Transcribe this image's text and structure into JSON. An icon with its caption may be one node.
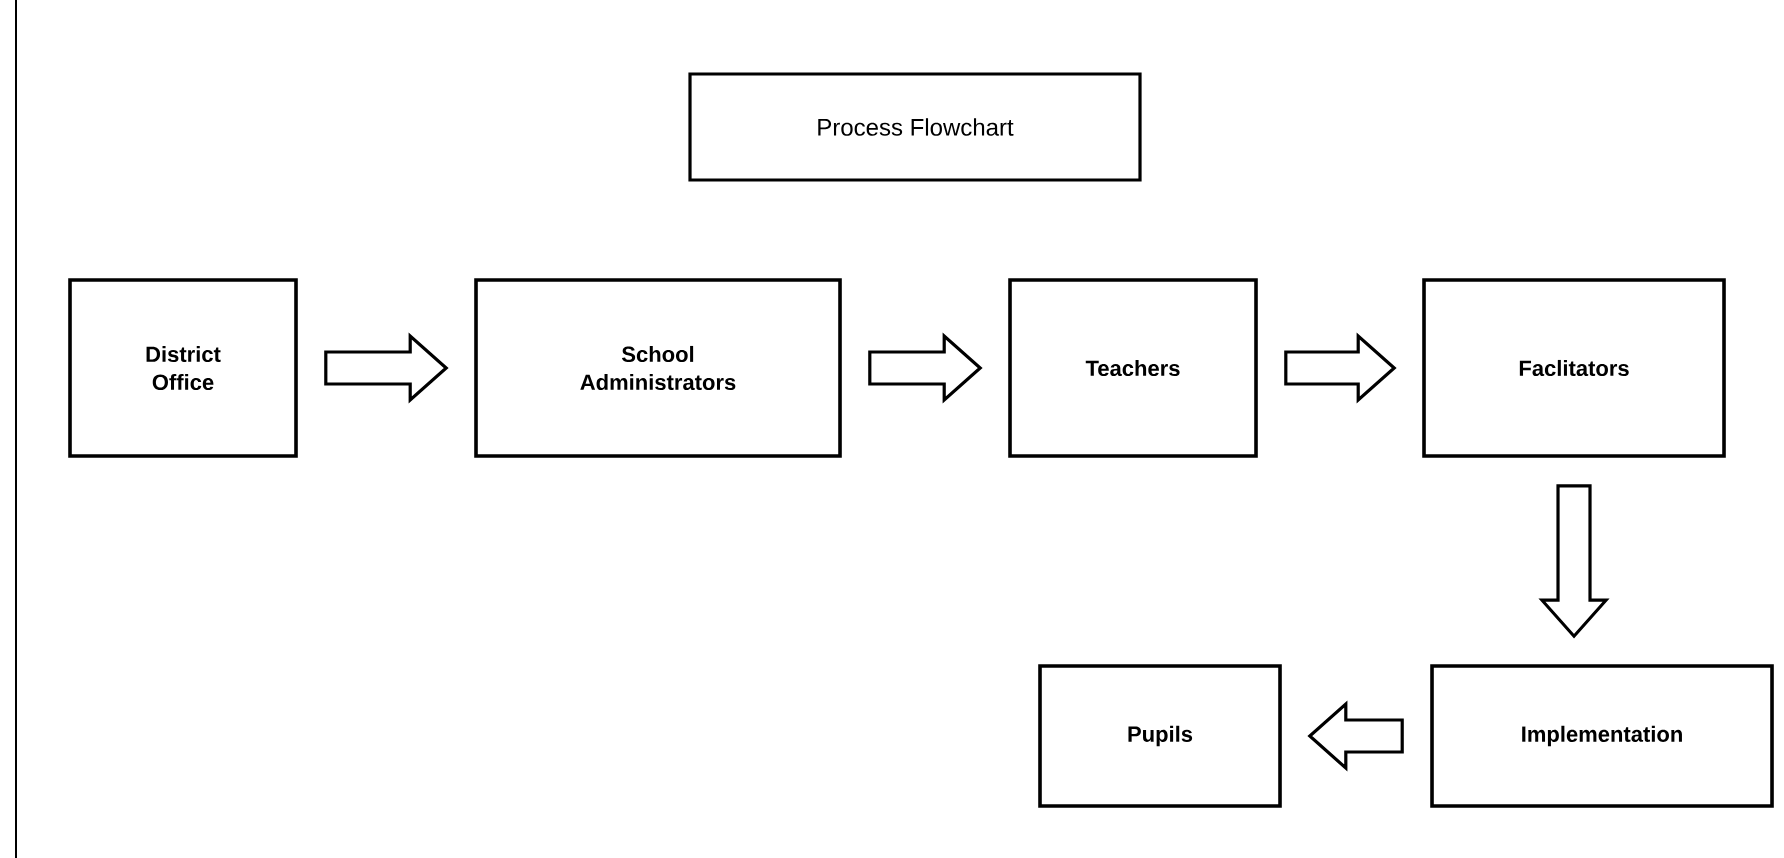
{
  "diagram": {
    "title": "Process Flowchart",
    "nodes": [
      {
        "text": [
          "District Office"
        ]
      },
      {
        "text": [
          "School Administrators"
        ]
      },
      {
        "text": [
          "Teachers"
        ]
      },
      {
        "text": [
          "Faclitators"
        ]
      },
      {
        "text": [
          "Implementation"
        ]
      },
      {
        "text": [
          "Pupils"
        ]
      }
    ],
    "edges": [
      {
        "from": 0,
        "to": 1,
        "arrow": "to"
      },
      {
        "from": 1,
        "to": 2,
        "arrow": "to"
      },
      {
        "from": 2,
        "to": 3,
        "arrow": "to"
      },
      {
        "from": 3,
        "to": 4,
        "arrow": "to"
      },
      {
        "from": 4,
        "to": 5,
        "arrow": "to"
      }
    ]
  }
}
